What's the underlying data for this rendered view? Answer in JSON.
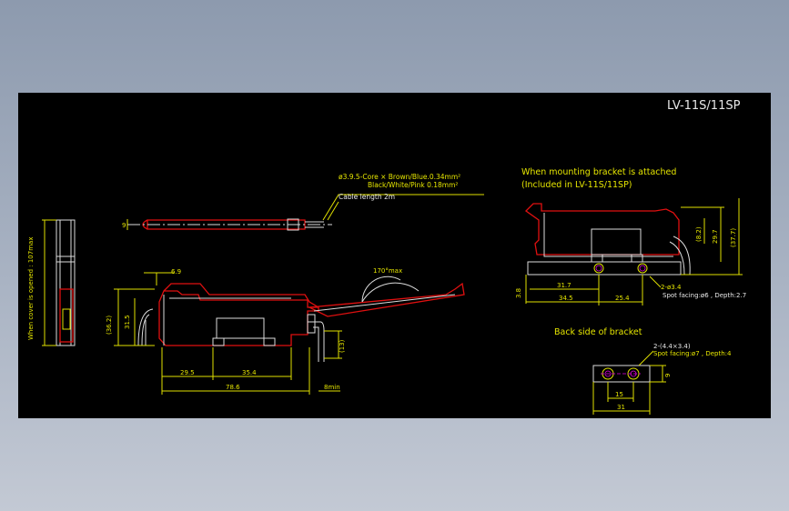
{
  "title": "LV-11S/11SP",
  "main_view": {
    "cable_spec_line1": "ø3.9.5-Core × Brown/Blue.0.34mm²",
    "cable_spec_line2": "Black/White/Pink 0.18mm²",
    "cable_length": "Cable length 2m",
    "cover_note": "When cover is opened : 107max",
    "angle": "170°max",
    "dims": {
      "top_offset": "6.9",
      "height_outer": "(36.2)",
      "height": "31.5",
      "width_a": "29.5",
      "width_b": "35.4",
      "overall": "78.6",
      "right_height": "(13)",
      "bend": "8min",
      "cable_dia": "9"
    }
  },
  "bracket_view": {
    "title_line1": "When mounting bracket is attached",
    "title_line2": "(Included in LV-11S/11SP)",
    "dims": {
      "left_small": "3.8",
      "d1": "31.7",
      "d2": "34.5",
      "d3": "25.4",
      "h1": "(8.2)",
      "h2": "29.7",
      "h3": "(37.7)"
    },
    "hole_note": "2-ø3.4",
    "spot_note": "Spot facing:ø6 , Depth:2.7"
  },
  "back_view": {
    "title": "Back side of bracket",
    "hole_note": "2-(4.4×3.4)",
    "spot_note": "Spot facing:ø7 , Depth:4",
    "dims": {
      "pitch": "15",
      "width": "31",
      "height": "9"
    }
  }
}
